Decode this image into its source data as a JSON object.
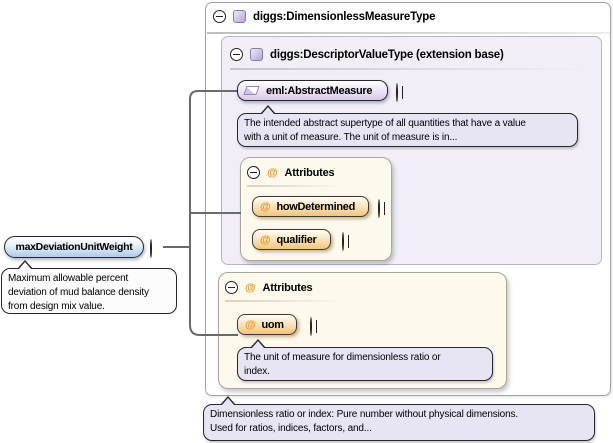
{
  "icons": {
    "at": "@"
  },
  "element": {
    "label": "maxDeviationUnitWeight",
    "annotation_lines": [
      "Maximum allowable percent",
      "deviation of mud balance density",
      "from design mix value."
    ]
  },
  "type": {
    "title": "diggs:DimensionlessMeasureType",
    "annotation_lines": [
      "Dimensionless ratio or index: Pure number without physical dimensions.",
      "Used for ratios, indices, factors, and..."
    ]
  },
  "base": {
    "title": "diggs:DescriptorValueType (extension base)",
    "measure": {
      "label": "eml:AbstractMeasure",
      "annotation_lines": [
        "The intended abstract supertype of all quantities that have a value",
        "with a unit of measure. The unit of measure is in..."
      ]
    },
    "attributes": {
      "title": "Attributes",
      "items": [
        {
          "label": "howDetermined"
        },
        {
          "label": "qualifier"
        }
      ]
    }
  },
  "own_attributes": {
    "title": "Attributes",
    "items": [
      {
        "label": "uom"
      }
    ],
    "uom_annotation_lines": [
      "The unit of measure for dimensionless ratio or",
      "index."
    ]
  },
  "colors": {
    "connector": "#6a6a6a",
    "element_pill": "#aecbe9",
    "attribute_pill": "#f3c47c",
    "reference_pill": "#d7cbe9",
    "annotation_bubble": "#e7e4f4",
    "attributes_box": "#fdf9ec",
    "base_type_box": "#f1eef8"
  }
}
